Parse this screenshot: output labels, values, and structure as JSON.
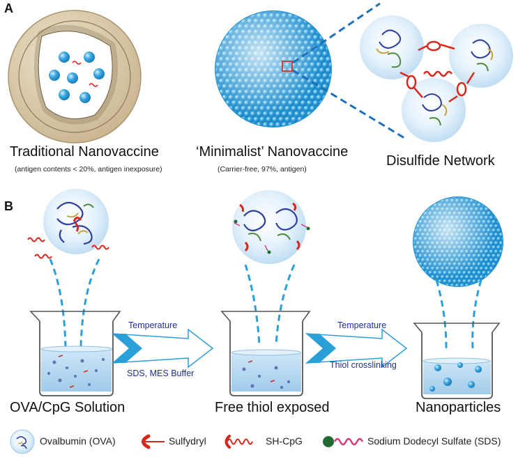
{
  "panels": {
    "a": "A",
    "b": "B"
  },
  "top": {
    "traditional_title": "Traditional Nanovaccine",
    "traditional_note": "(antigen contents < 20%, antigen inexposure)",
    "minimalist_title": "‘Minimalist’ Nanovaccine",
    "minimalist_note": "(Carrier-free,  97%, antigen)",
    "disulfide_title": "Disulfide Network"
  },
  "bottom": {
    "stage1": "OVA/CpG Solution",
    "stage2": "Free thiol exposed",
    "stage3": "Nanoparticles",
    "arrow1_top": "Temperature",
    "arrow1_bottom": "SDS, MES Buffer",
    "arrow2_top": "Temperature",
    "arrow2_bottom": "Thiol crosslinking"
  },
  "legend": {
    "ova": "Ovalbumin (OVA)",
    "sulfydryl": "Sulfydryl",
    "shcpg": "SH-CpG",
    "sds": "Sodium Dodecyl Sulfate (SDS)"
  },
  "colors": {
    "bead": "#2a9fd8",
    "dash": "#1f6fb8",
    "shell": "#d9c9a8",
    "red": "#d9261c",
    "arrow": "#2a9fd8",
    "navy": "#1f2f8f",
    "sds_head": "#1f6b33",
    "sds_tail": "#d9397a"
  }
}
